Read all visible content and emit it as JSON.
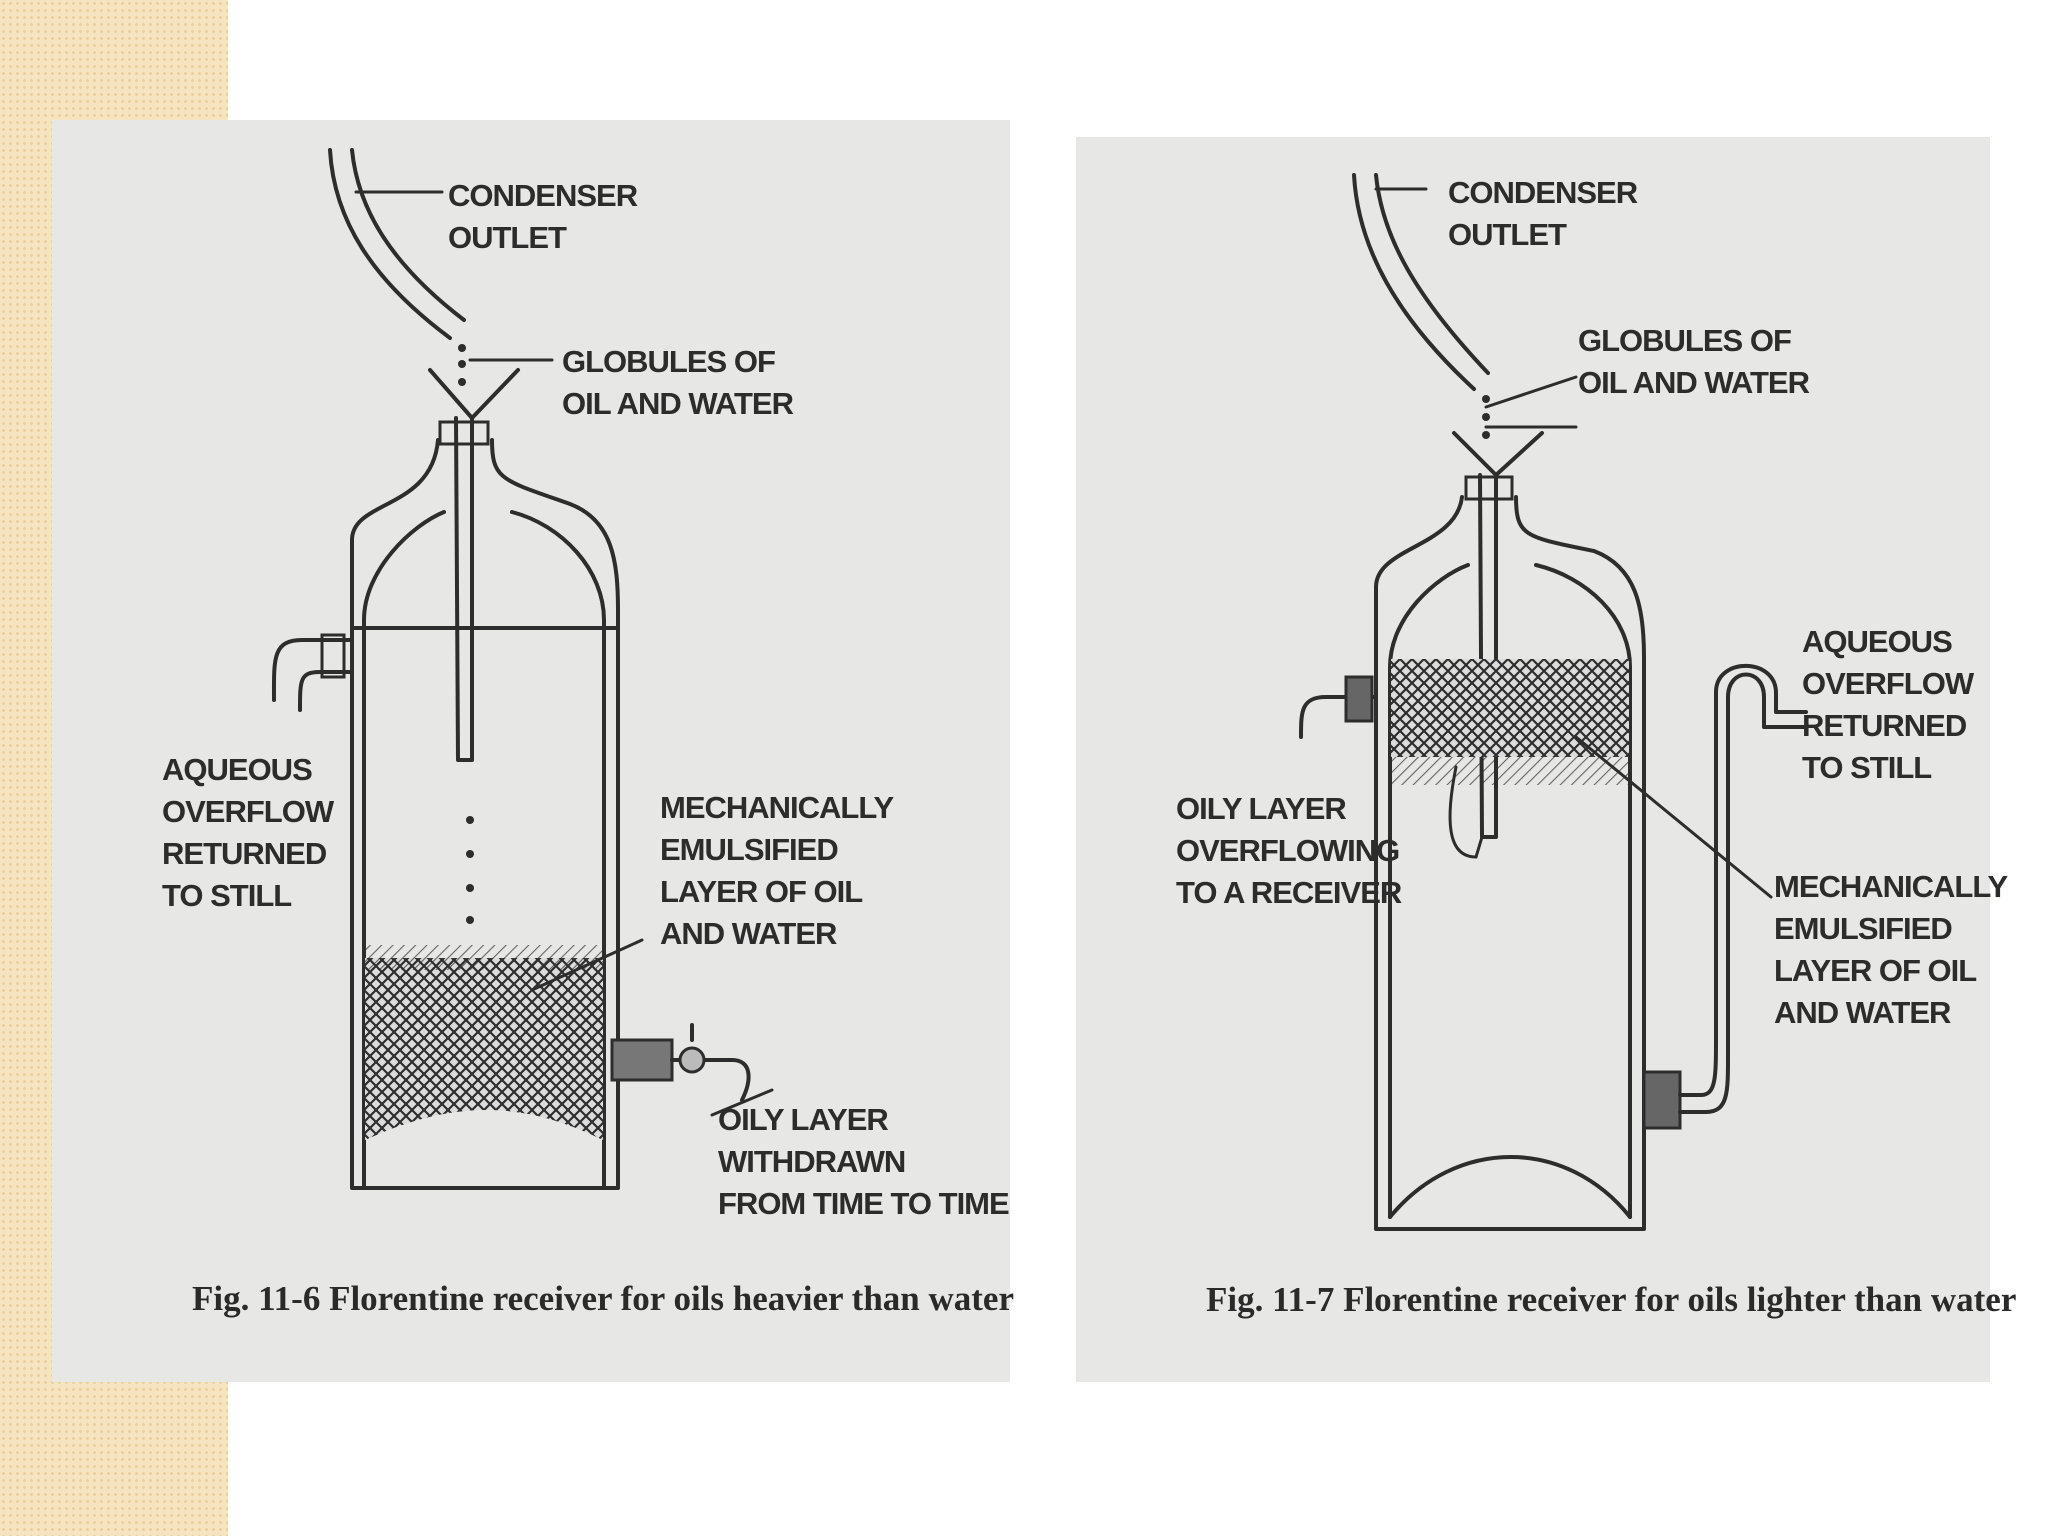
{
  "figures": [
    {
      "condenser_label": [
        "CONDENSER",
        "OUTLET"
      ],
      "globules_label": [
        "GLOBULES OF",
        "OIL AND WATER"
      ],
      "aqueous_label": [
        "AQUEOUS",
        "OVERFLOW",
        "RETURNED",
        "TO STILL"
      ],
      "emulsified_label": [
        "MECHANICALLY",
        "EMULSIFIED",
        "LAYER OF OIL",
        "AND WATER"
      ],
      "oily_label": [
        "OILY LAYER",
        "WITHDRAWN",
        "FROM TIME TO TIME"
      ],
      "caption": "Fig. 11-6  Florentine receiver for oils heavier than water"
    },
    {
      "condenser_label": [
        "CONDENSER",
        "OUTLET"
      ],
      "globules_label": [
        "GLOBULES OF",
        "OIL AND WATER"
      ],
      "aqueous_label": [
        "AQUEOUS",
        "OVERFLOW",
        "RETURNED",
        "TO STILL"
      ],
      "oily_label": [
        "OILY LAYER",
        "OVERFLOWING",
        "TO A RECEIVER"
      ],
      "emulsified_label": [
        "MECHANICALLY",
        "EMULSIFIED",
        "LAYER OF OIL",
        "AND WATER"
      ],
      "caption": "Fig. 11-7  Florentine receiver for oils lighter than water"
    }
  ]
}
